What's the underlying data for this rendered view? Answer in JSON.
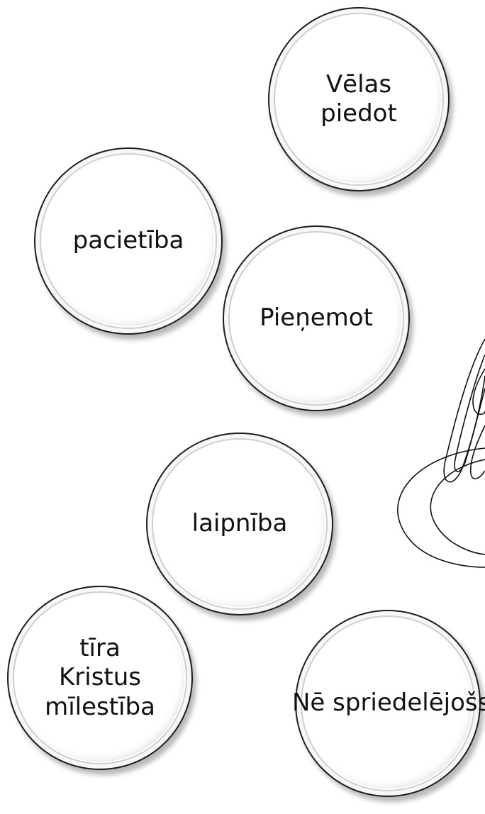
{
  "bubbles": [
    {
      "text": "Vēlas\npiedot"
    },
    {
      "text": "pacietība"
    },
    {
      "text": "Pieņemot"
    },
    {
      "text": "laipnība"
    },
    {
      "text": "tīra\nKristus\nmīlestība"
    },
    {
      "text": "Nē\nspriedelējošs"
    }
  ],
  "colors": {
    "outline": "#1e1e1e",
    "text": "#111111",
    "background": "#ffffff"
  }
}
